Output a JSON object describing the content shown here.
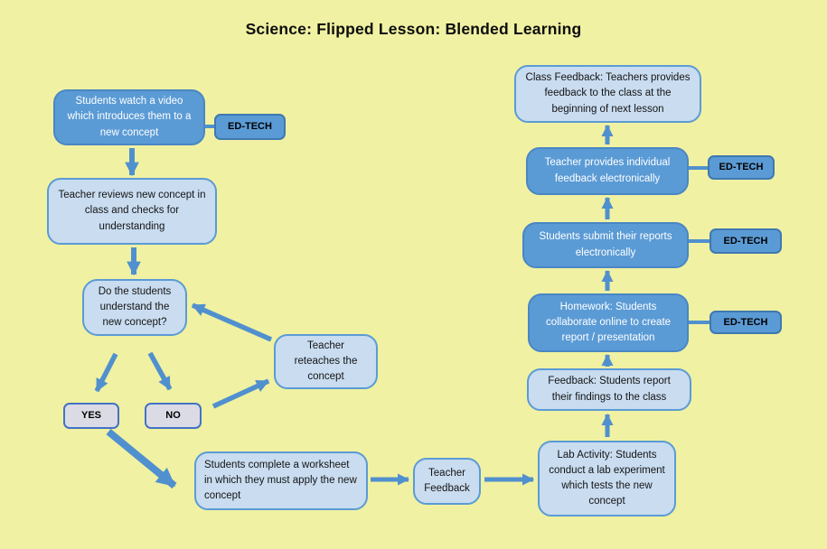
{
  "title": "Science: Flipped Lesson: Blended Learning",
  "edtech_label": "ED-TECH",
  "nodes": {
    "watch_video": "Students watch a video which introduces them to a new concept",
    "teacher_reviews": "Teacher reviews new concept in class and checks for understanding",
    "understand_question": "Do the students understand the new concept?",
    "yes": "YES",
    "no": "NO",
    "reteaches": "Teacher reteaches the concept",
    "worksheet": "Students complete a worksheet in which they must apply the new concept",
    "teacher_feedback": "Teacher Feedback",
    "lab_activity": "Lab Activity: Students conduct a lab experiment which tests the new concept",
    "feedback_report": "Feedback: Students report their findings to the class",
    "homework": "Homework: Students collaborate online to create report / presentation",
    "submit_reports": "Students submit their reports electronically",
    "teacher_provides": "Teacher provides individual feedback electronically",
    "class_feedback": "Class Feedback: Teachers provides feedback to the class at the beginning of next lesson"
  },
  "colors": {
    "background": "#F0F1A2",
    "node_dark_fill": "#5B9BD5",
    "node_light_fill": "#C9DCF0",
    "node_gray_fill": "#DBDBE5",
    "edtech_fill": "#5B9BD5",
    "arrow": "#5090CE",
    "dark_text": "#141414",
    "light_node_border": "#5B9BD5"
  }
}
